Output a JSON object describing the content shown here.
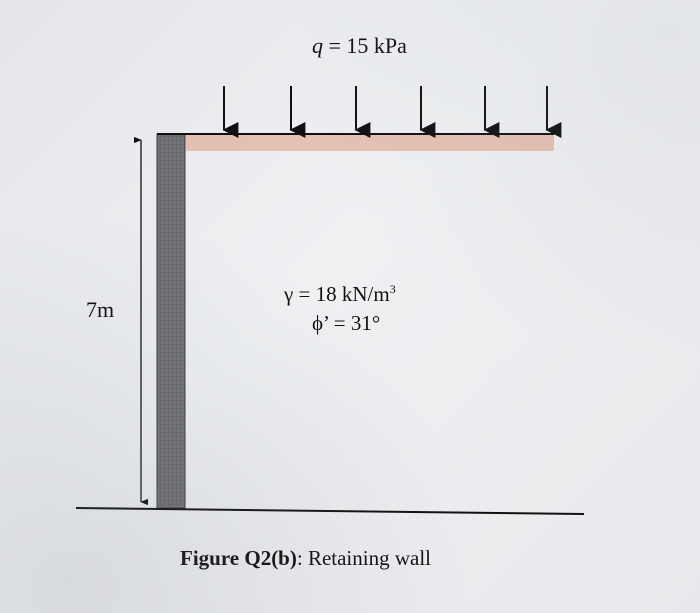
{
  "load": {
    "symbol": "q",
    "rest": " = 15 kPa"
  },
  "wall": {
    "height_label": "7m"
  },
  "soil": {
    "unit_weight": "γ = 18 kN/m",
    "unit_weight_exp": "3",
    "friction_angle": "ϕ’ = 31°"
  },
  "caption": {
    "figure_id": "Figure Q2(b)",
    "text": ": Retaining wall"
  },
  "colors": {
    "wall_fill": "#6d6e72",
    "surcharge_strip": "#e3b9a8",
    "line": "#111111"
  }
}
